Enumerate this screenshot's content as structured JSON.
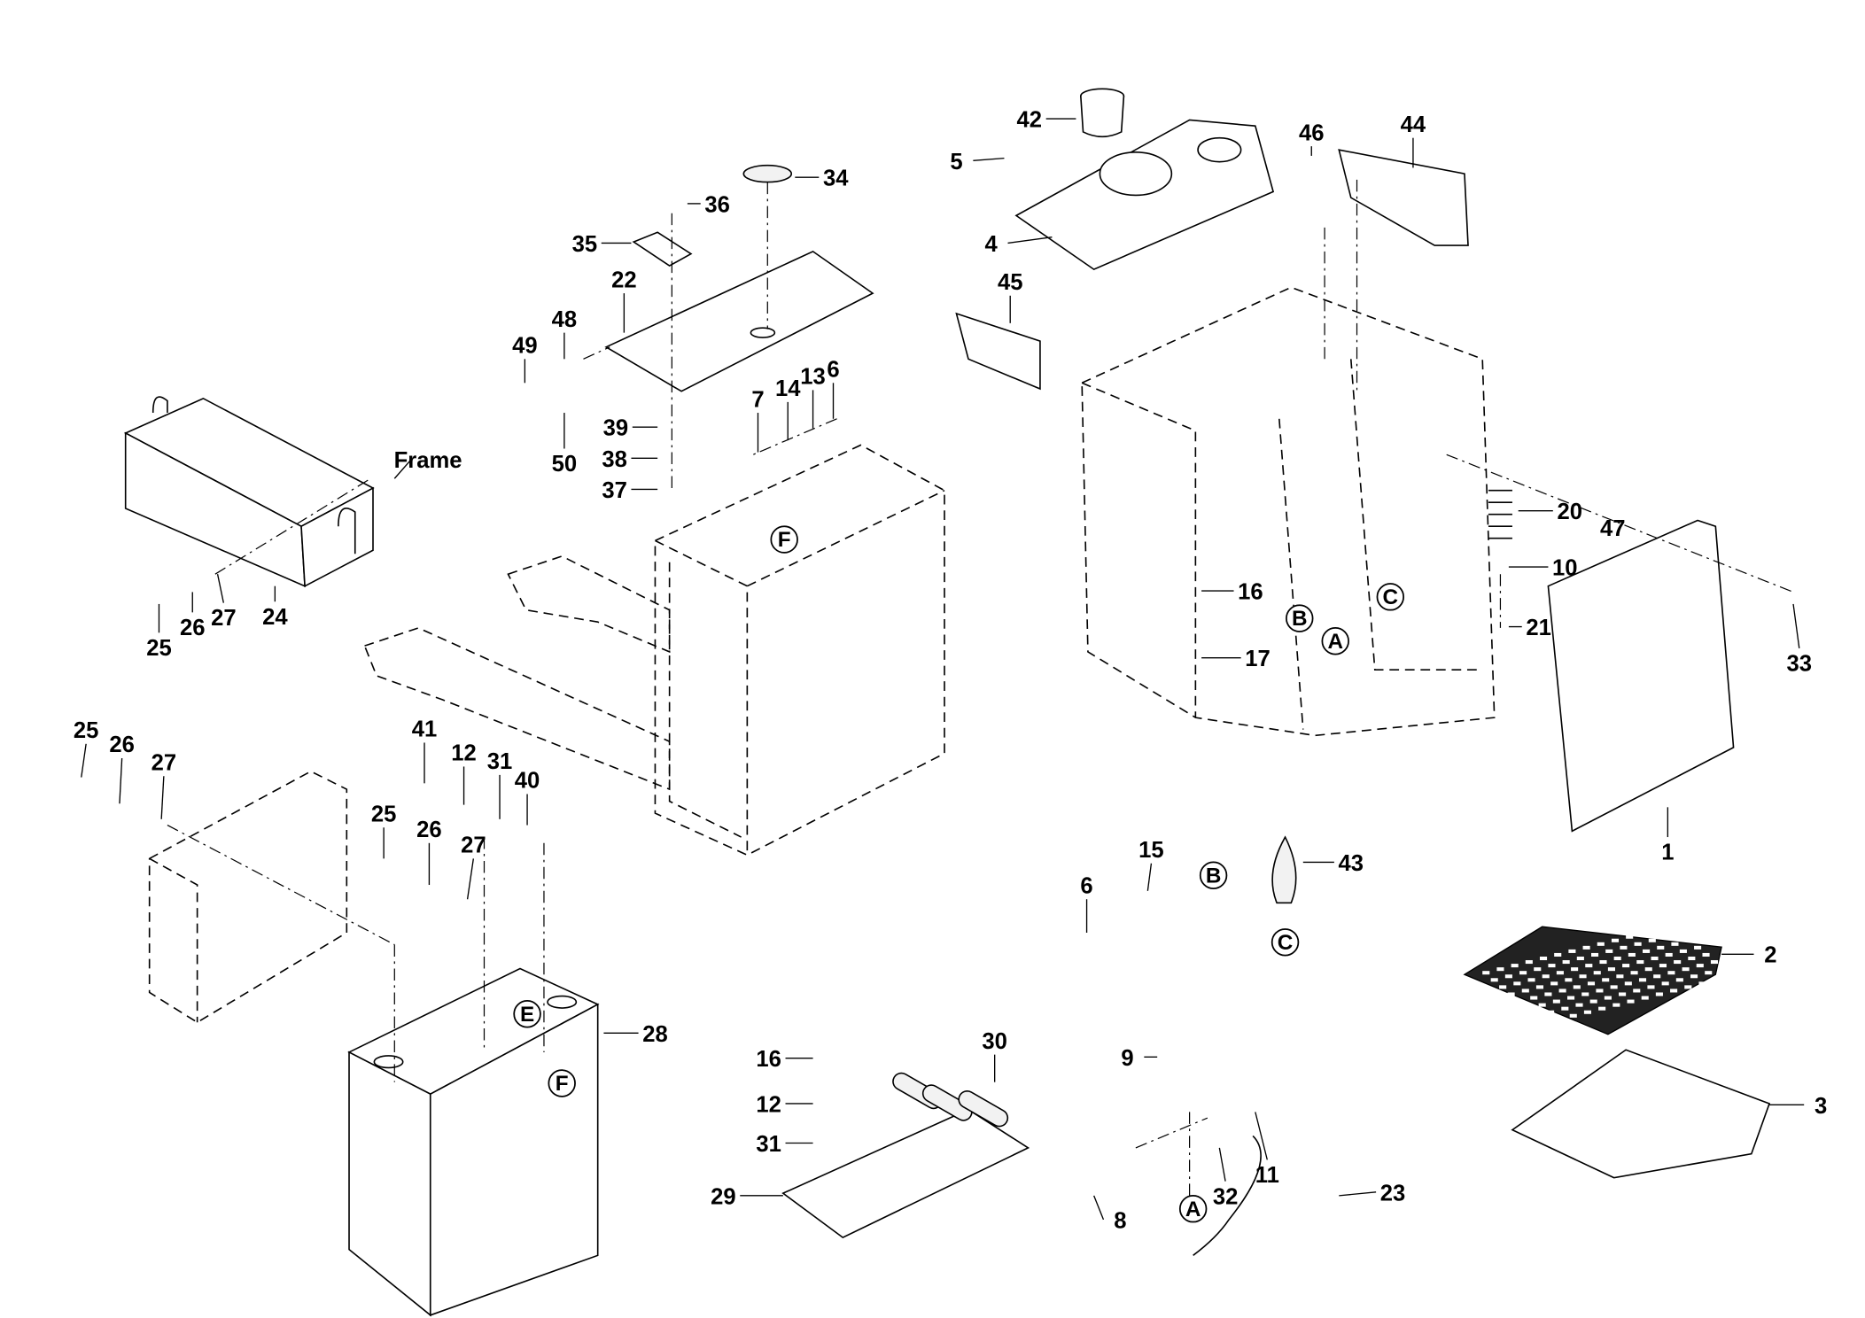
{
  "diagram": {
    "type": "exploded parts diagram",
    "callouts": [
      "42",
      "5",
      "4",
      "46",
      "44",
      "45",
      "36",
      "34",
      "35",
      "22",
      "48",
      "49",
      "50",
      "39",
      "38",
      "37",
      "7",
      "14",
      "13",
      "6",
      "Frame",
      "25",
      "26",
      "27",
      "24",
      "20",
      "47",
      "10",
      "21",
      "33",
      "16",
      "17",
      "1",
      "25",
      "26",
      "27",
      "41",
      "12",
      "31",
      "40",
      "25",
      "26",
      "27",
      "15",
      "6",
      "43",
      "2",
      "3",
      "28",
      "16",
      "30",
      "12",
      "31",
      "29",
      "9",
      "11",
      "32",
      "8",
      "23"
    ],
    "reference_circles": [
      "F",
      "B",
      "C",
      "A",
      "B",
      "C",
      "E",
      "F",
      "A"
    ]
  }
}
